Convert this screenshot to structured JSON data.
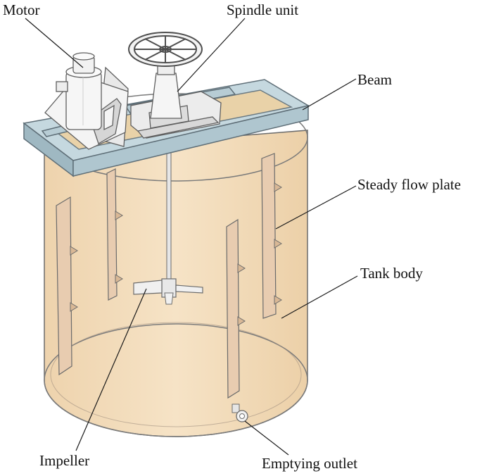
{
  "labels": {
    "motor": "Motor",
    "spindle_unit": "Spindle unit",
    "beam": "Beam",
    "steady_flow_plate": "Steady flow plate",
    "tank_body": "Tank body",
    "impeller": "Impeller",
    "emptying_outlet": "Emptying outlet"
  },
  "colors": {
    "tank_fill": "#f0d9b5",
    "beam_fill": "#b9cfd8",
    "outline": "#6b6b6b",
    "baffle_fill": "#e8ccb0",
    "machinery_fill": "#f2f2f2"
  }
}
